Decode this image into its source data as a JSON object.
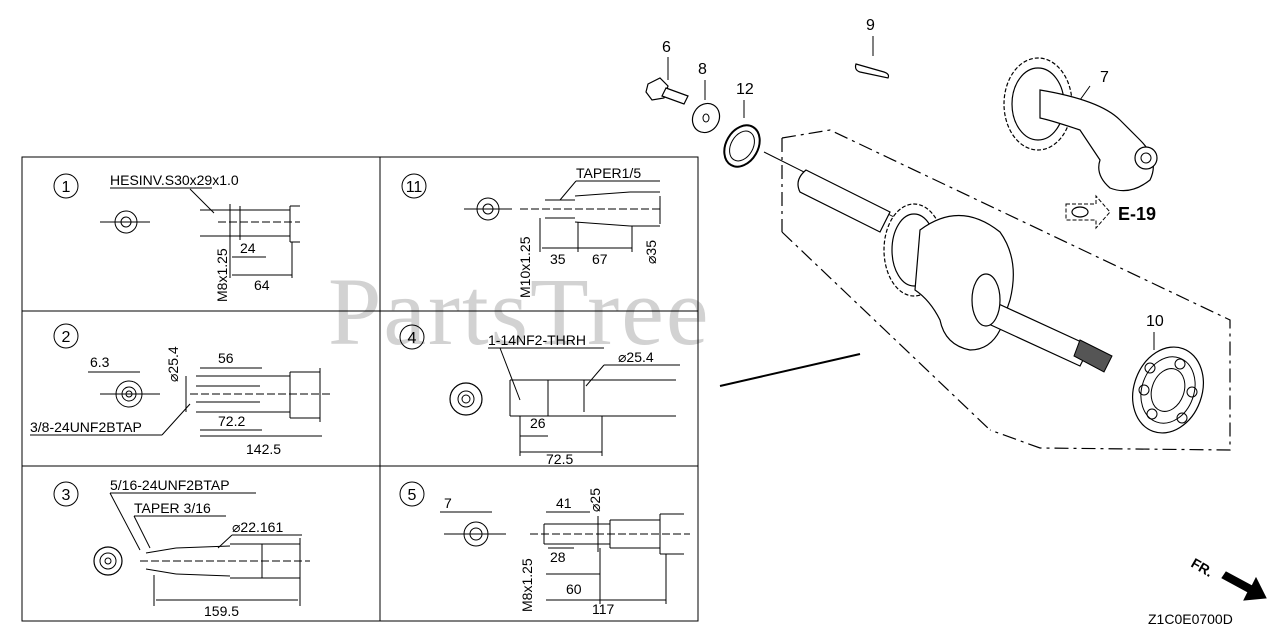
{
  "watermark": "PartsTree",
  "diagram_code": "Z1C0E0700D",
  "ref_arrow": "E-19",
  "front_label": "FR.",
  "parts": [
    {
      "num": "6"
    },
    {
      "num": "7"
    },
    {
      "num": "8"
    },
    {
      "num": "9"
    },
    {
      "num": "10"
    },
    {
      "num": "12"
    }
  ],
  "variants": {
    "v1": {
      "circle": "1",
      "spec": "HESINV.S30x29x1.0",
      "thread": "M8x1.25",
      "d1": "24",
      "d2": "64"
    },
    "v11": {
      "circle": "11",
      "spec": "TAPER1/5",
      "thread": "M10x1.25",
      "d1": "35",
      "d2": "67",
      "dia": "⌀35"
    },
    "v2": {
      "circle": "2",
      "d_small": "6.3",
      "dia": "⌀25.4",
      "d1": "56",
      "d2": "72.2",
      "d3": "142.5",
      "tap": "3/8-24UNF2BTAP"
    },
    "v4": {
      "circle": "4",
      "spec": "1-14NF2-THRH",
      "dia": "⌀25.4",
      "d1": "26",
      "d2": "72.5"
    },
    "v3": {
      "circle": "3",
      "tap": "5/16-24UNF2BTAP",
      "spec": "TAPER 3/16",
      "dia": "⌀22.161",
      "d1": "159.5"
    },
    "v5": {
      "circle": "5",
      "d_small": "7",
      "d1": "41",
      "dia": "⌀25",
      "d2": "28",
      "thread": "M8x1.25",
      "d3": "60",
      "d4": "117"
    }
  }
}
